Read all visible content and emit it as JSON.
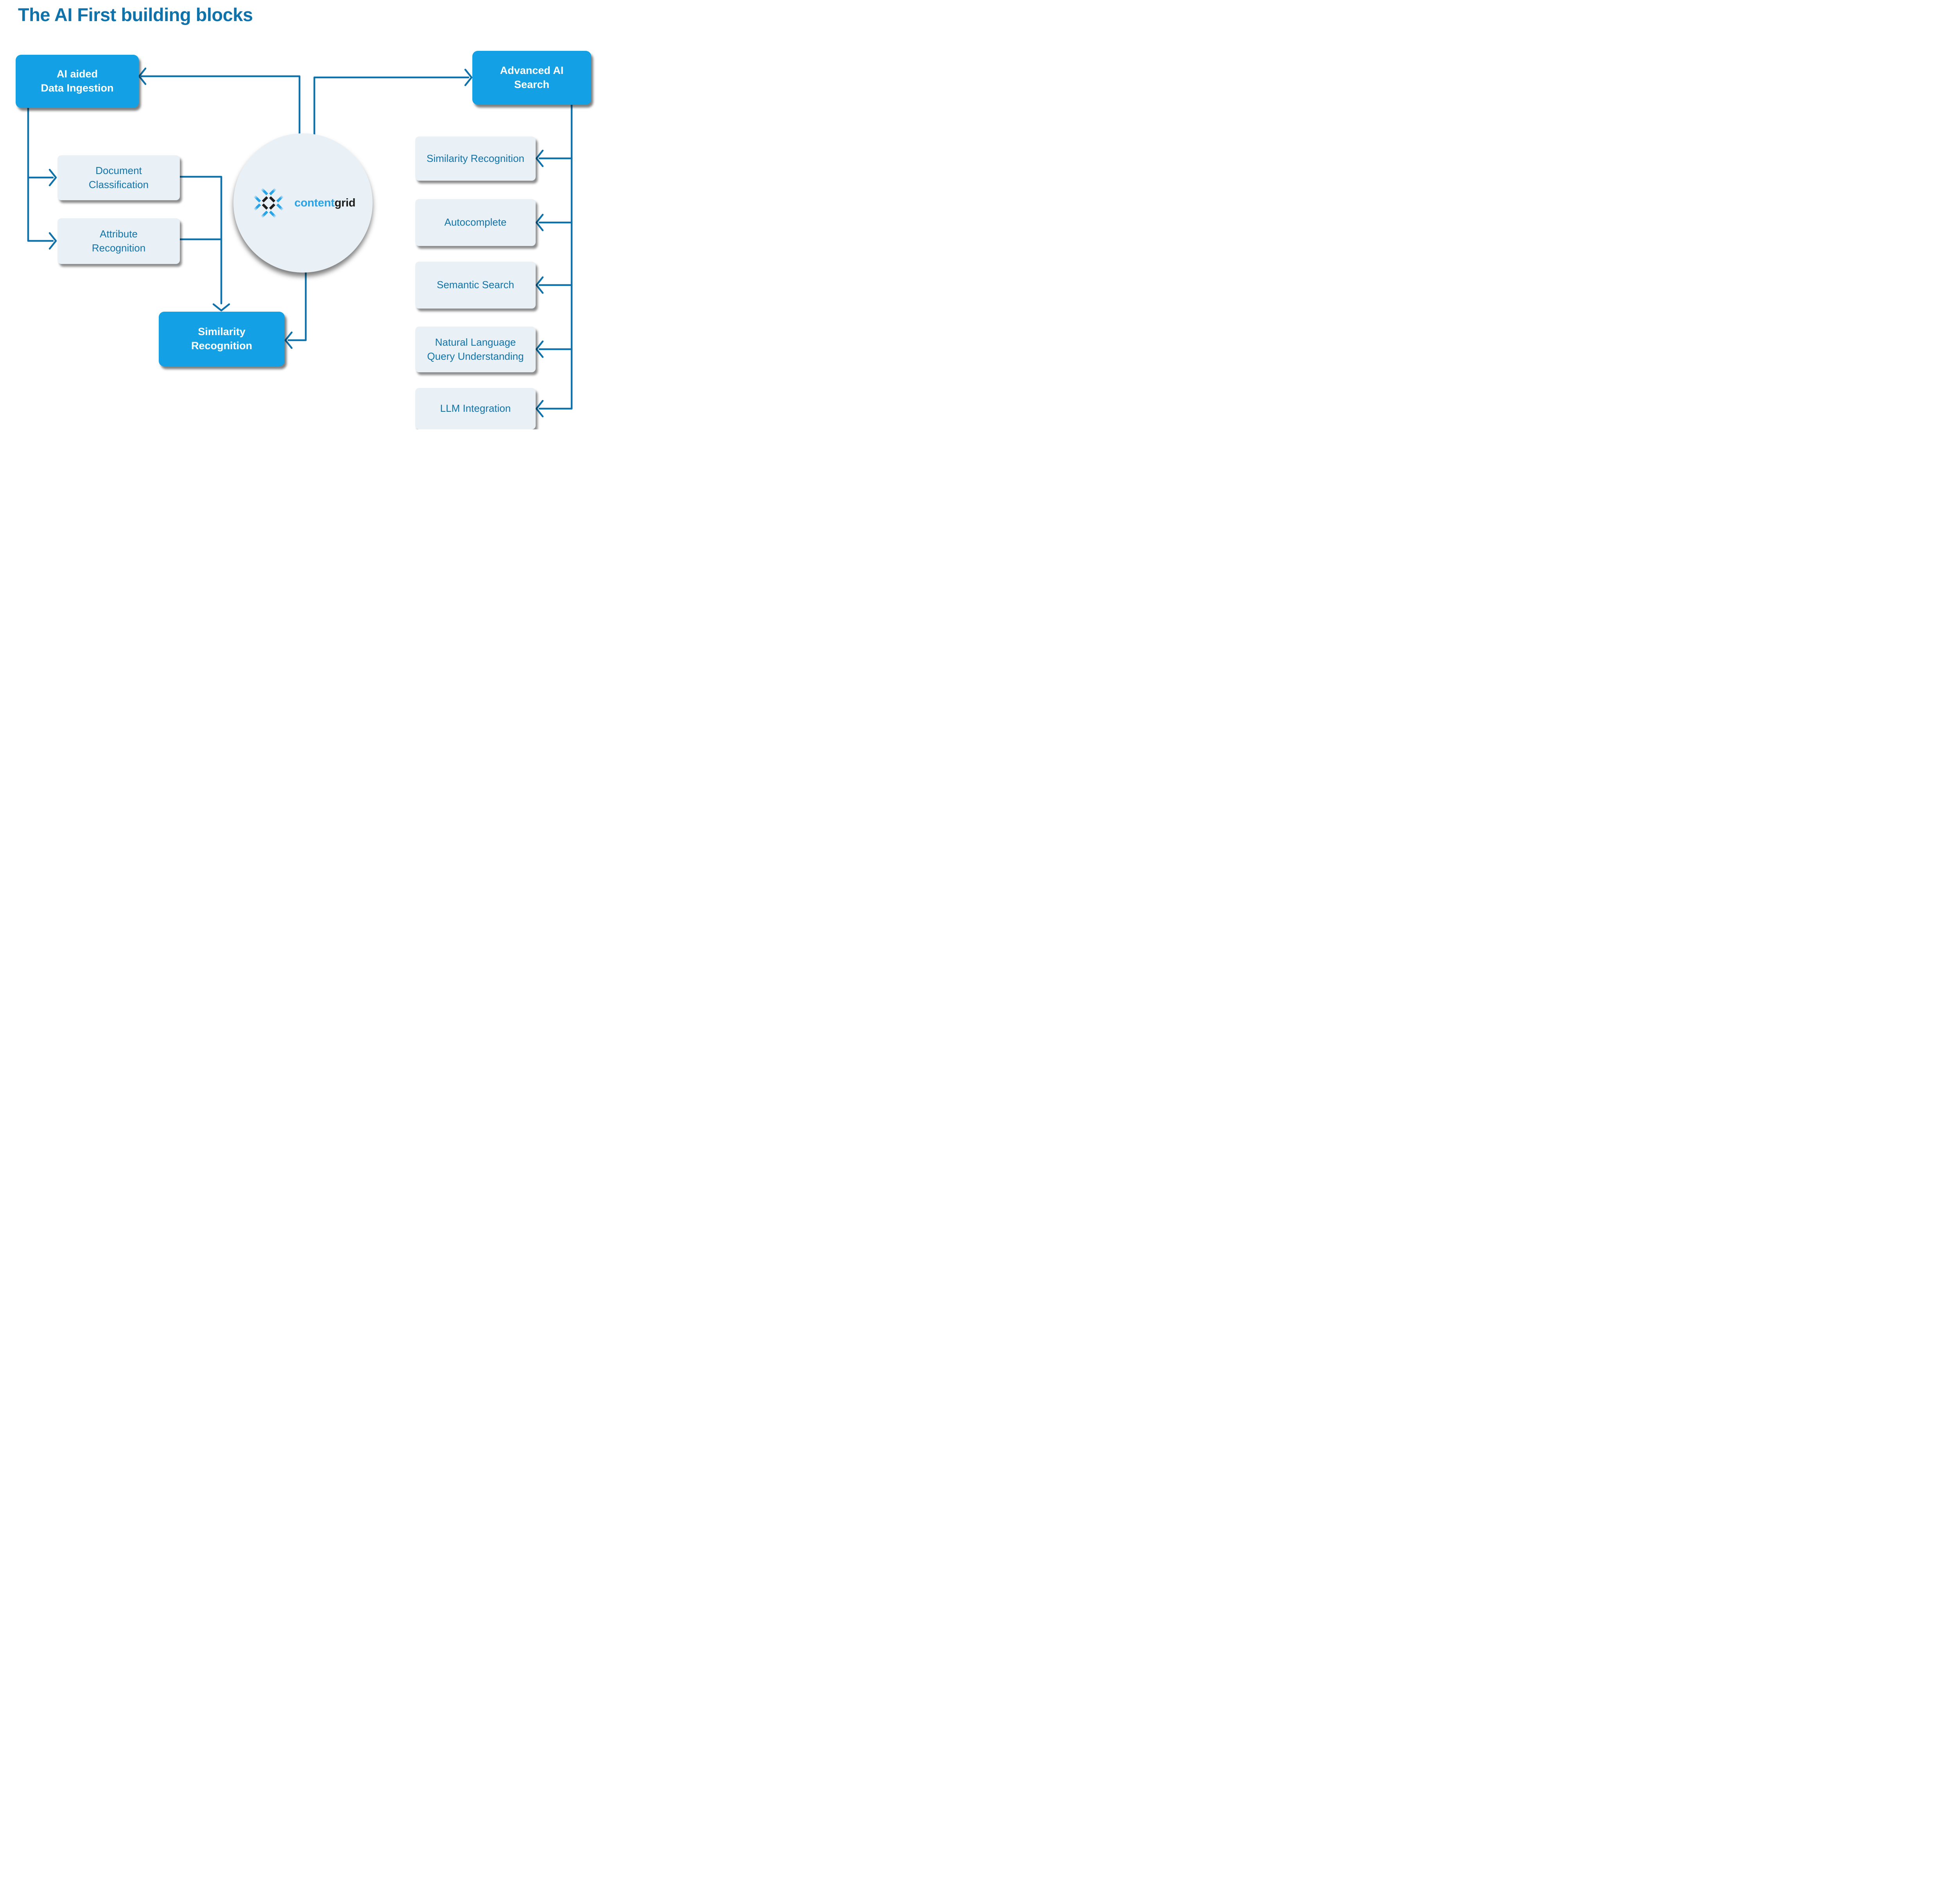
{
  "title": "The AI First building blocks",
  "colors": {
    "title_blue": "#0f72ab",
    "primary_node_fill": "#14a0e4",
    "primary_node_text": "#ffffff",
    "secondary_node_fill": "#e9f1f7",
    "secondary_node_text": "#1173a8",
    "connector_blue": "#0e71a9",
    "logo_blue": "#28a3e6",
    "logo_dark": "#1d1d1b"
  },
  "nodes": {
    "ai_ingestion": {
      "lines": [
        "AI aided",
        "Data Ingestion"
      ]
    },
    "advanced_search": {
      "lines": [
        "Advanced AI",
        "Search"
      ]
    },
    "doc_classification": {
      "lines": [
        "Document",
        "Classification"
      ]
    },
    "attribute_recognition": {
      "lines": [
        "Attribute",
        "Recognition"
      ]
    },
    "similarity_recognition": {
      "lines": [
        "Similarity",
        "Recognition"
      ]
    }
  },
  "search_features": [
    {
      "label": "Similarity Recognition"
    },
    {
      "label": "Autocomplete"
    },
    {
      "label": "Semantic Search"
    },
    {
      "label": "Natural Language Query Understanding"
    },
    {
      "label": "LLM Integration"
    }
  ],
  "logo": {
    "word_primary": "content",
    "word_secondary": "grid"
  }
}
